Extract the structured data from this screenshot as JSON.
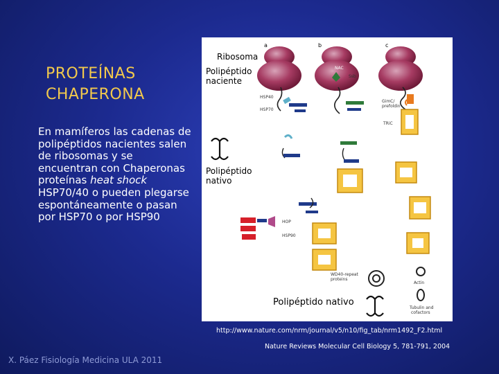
{
  "slide": {
    "title_line1": "PROTEÍNAS",
    "title_line2": "CHAPERONA",
    "body_part1": "En mamíferos las cadenas de polipéptidos nacientes salen de ribosomas  y se encuentran con Chaperonas proteínas ",
    "body_italic": "heat shock",
    "body_part2": " HSP70/40 o pueden plegarse espontáneamente o pasan por HSP70  o por HSP90",
    "source_url": "http://www.nature.com/nrm/journal/v5/n10/fig_tab/nrm1492_F2.html",
    "source_ref": "Nature Reviews Molecular Cell Biology 5, 781-791, 2004",
    "credit": "X. Páez Fisiología Medicina ULA 2011"
  },
  "figure": {
    "label_ribosoma": "Ribosoma",
    "label_naciente_1": "Polipéptido",
    "label_naciente_2": "naciente",
    "label_nativo_1": "Polipéptido",
    "label_nativo_2": "nativo",
    "label_nativo_bottom": "Polipéptido  nativo",
    "panel_a": "a",
    "panel_b": "b",
    "panel_c": "c",
    "tag_nac": "NAC",
    "tag_ssb": "Ssb",
    "tag_hsp40": "HSP40",
    "tag_hsp70": "HSP70",
    "tag_gimc_1": "GimC/",
    "tag_gimc_2": "prefoldin",
    "tag_tric": "TRiC",
    "tag_hop": "HOP",
    "tag_hsp90": "HSP90",
    "tag_wd40_1": "WD40-repeat",
    "tag_wd40_2": "proteins",
    "tag_actin": "Actin",
    "tag_tub_1": "Tubulin and",
    "tag_tub_2": "cofactors"
  },
  "colors": {
    "background": "#1c2a8f",
    "title": "#f2c94c",
    "ribosome": "#9b2a4f",
    "chaperonin": "#f5c542",
    "hsp70": "#1f3a8a",
    "hsp40": "#5fb0c9",
    "hsp90": "#d6202a",
    "prefoldin": "#e87a1e",
    "nac": "#2f7a3a"
  }
}
